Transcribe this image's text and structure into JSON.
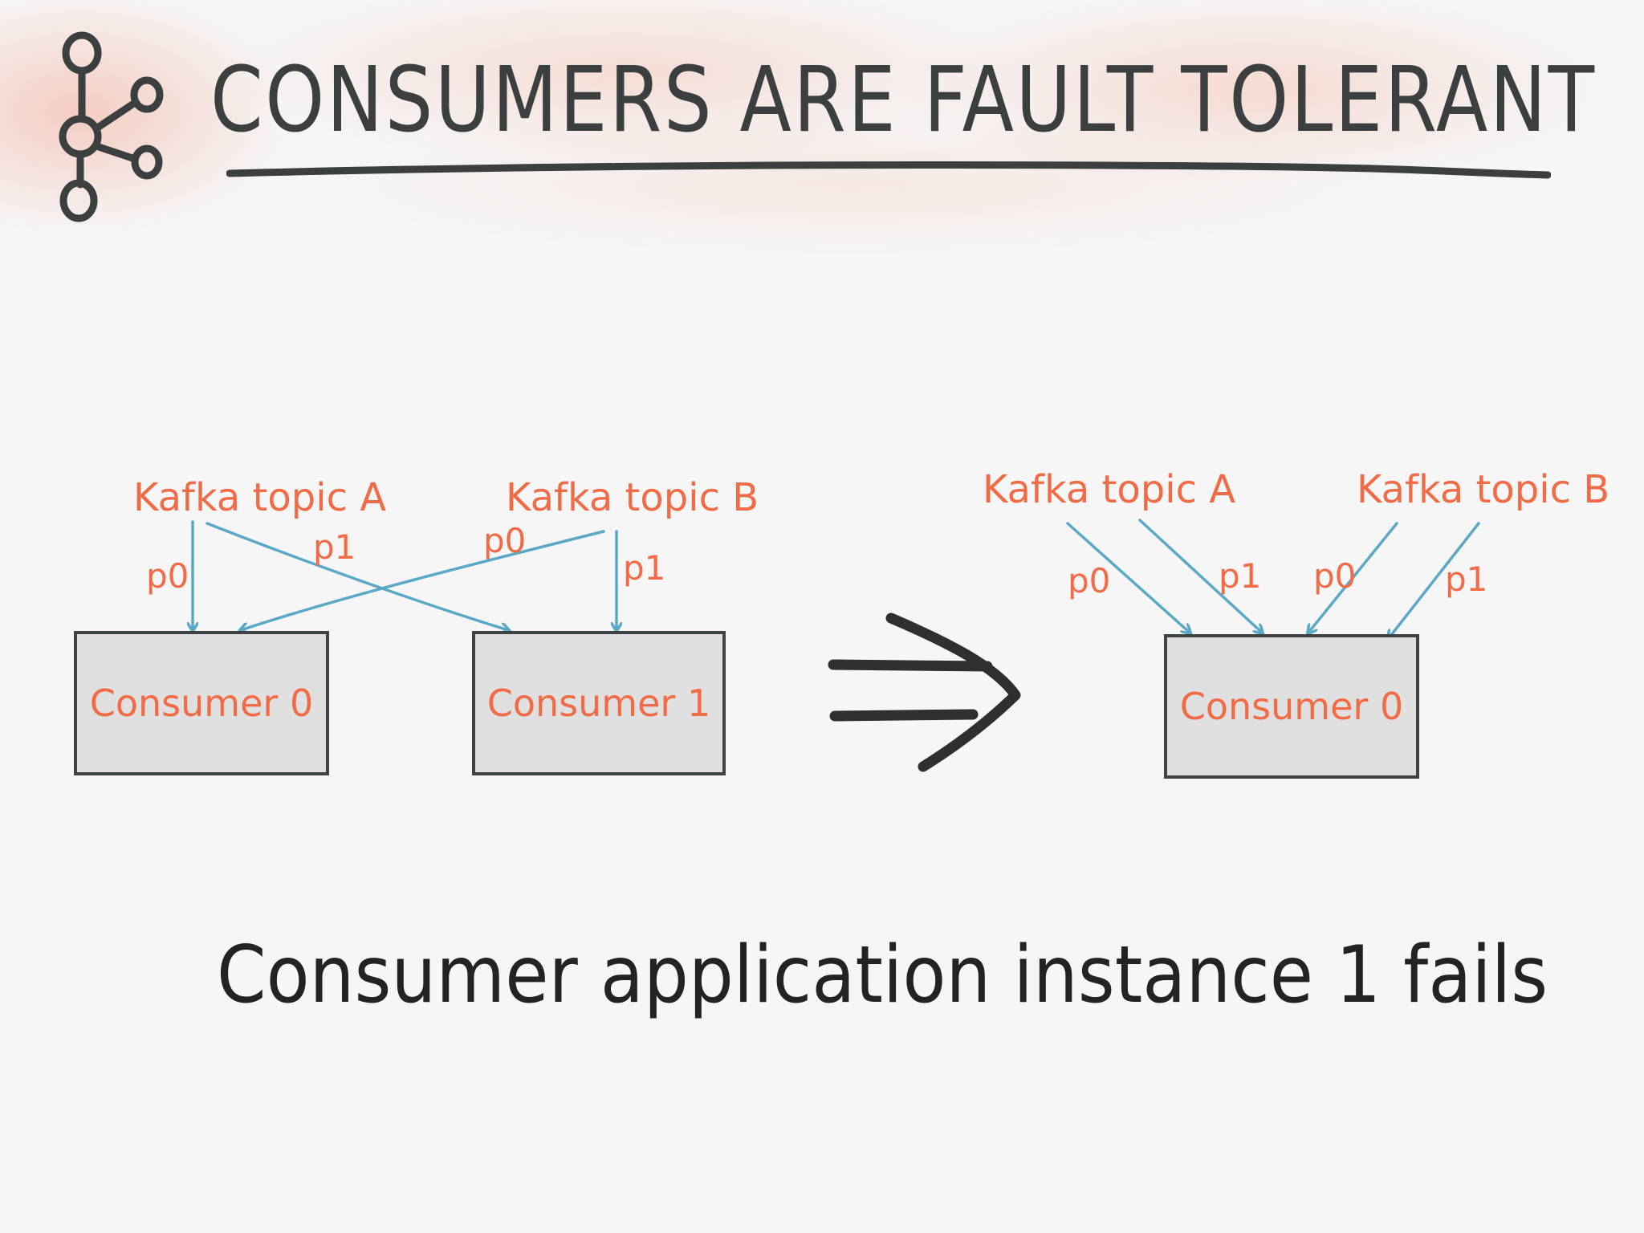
{
  "title": "CONSUMERS ARE FAULT TOLERANT",
  "colors": {
    "accent": "#f26b47",
    "arrow": "#5ba9c7",
    "ink": "#3c3f3f",
    "box_fill": "#e0e0e0"
  },
  "icons": {
    "logo": "kafka-logo-icon",
    "transition": "double-arrow-icon"
  },
  "before": {
    "topic_a": "Kafka topic A",
    "topic_b": "Kafka topic B",
    "a_p0": "p0",
    "a_p1": "p1",
    "b_p0": "p0",
    "b_p1": "p1",
    "consumer_0": "Consumer 0",
    "consumer_1": "Consumer 1"
  },
  "after": {
    "topic_a": "Kafka topic A",
    "topic_b": "Kafka topic B",
    "a_p0": "p0",
    "a_p1": "p1",
    "b_p0": "p0",
    "b_p1": "p1",
    "consumer_0": "Consumer 0"
  },
  "caption": "Consumer application instance 1 fails"
}
